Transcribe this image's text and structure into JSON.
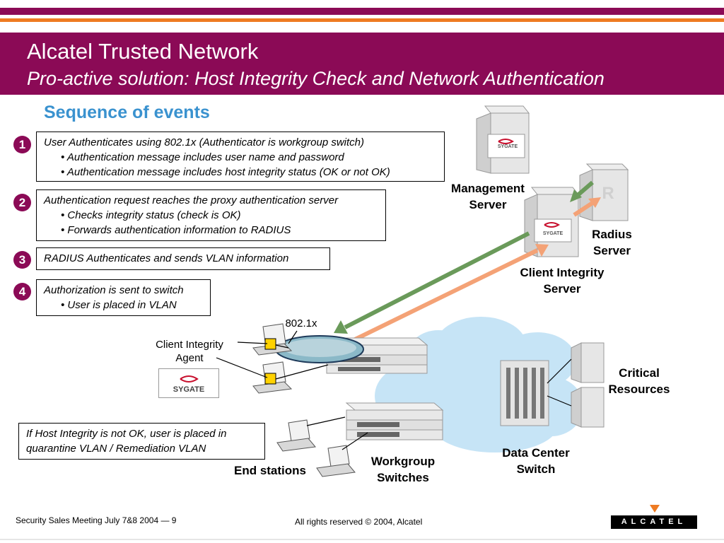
{
  "header": {
    "title": "Alcatel Trusted Network",
    "subtitle": "Pro-active solution: Host Integrity Check and Network Authentication",
    "colors": {
      "bar": "#8b0a56",
      "stripe": "#ee7b22"
    }
  },
  "section_title": "Sequence of events",
  "steps": [
    {
      "number": "1",
      "heading": "User Authenticates using 802.1x (Authenticator is workgroup switch)",
      "bullets": [
        "• Authentication message includes user name and password",
        "• Authentication message includes host integrity status (OK or not OK)"
      ]
    },
    {
      "number": "2",
      "heading": "Authentication request reaches the proxy authentication server",
      "bullets": [
        "• Checks integrity status (check is OK)",
        "• Forwards authentication information to RADIUS"
      ]
    },
    {
      "number": "3",
      "heading": "RADIUS Authenticates and sends VLAN information",
      "bullets": []
    },
    {
      "number": "4",
      "heading": "Authorization is sent to switch",
      "bullets": [
        "• User is placed in VLAN"
      ]
    }
  ],
  "quarantine_note": [
    "If Host Integrity is not OK, user is placed in",
    "quarantine VLAN / Remediation VLAN"
  ],
  "labels": {
    "management_server": [
      "Management",
      "Server"
    ],
    "radius_server": [
      "Radius",
      "Server"
    ],
    "client_integrity_server": [
      "Client Integrity",
      "Server"
    ],
    "dot1x": "802.1x",
    "client_integrity_agent": [
      "Client Integrity",
      "Agent"
    ],
    "critical_resources": [
      "Critical",
      "Resources"
    ],
    "data_center_switch": [
      "Data Center",
      "Switch"
    ],
    "workgroup_switches": [
      "Workgroup",
      "Switches"
    ],
    "end_stations": "End stations",
    "sygate": "SYGATE",
    "radius_glyph": "R"
  },
  "footer": {
    "left": "Security Sales Meeting July 7&8 2004 — 9",
    "center": "All rights reserved © 2004, Alcatel",
    "logo": "ALCATEL"
  },
  "colors": {
    "accent_blue": "#3a92cf",
    "arrow_green": "#6a9a5a",
    "arrow_orange": "#f4a276",
    "cloud": "#c6e4f6",
    "agent_square": "#ffd200"
  }
}
